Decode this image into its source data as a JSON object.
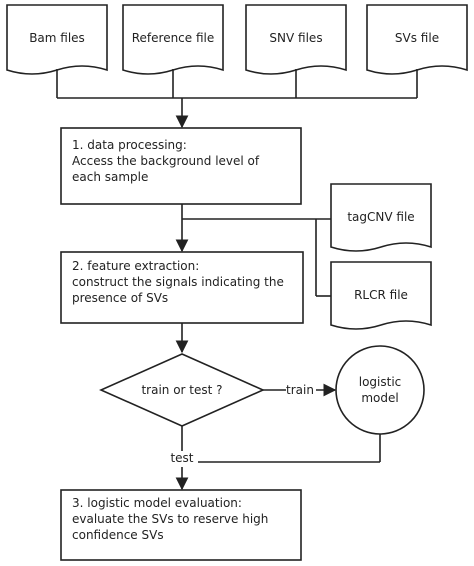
{
  "inputs": {
    "bam": "Bam files",
    "reference": "Reference file",
    "snv": "SNV files",
    "svs": "SVs file"
  },
  "step1": {
    "line1": "1. data processing:",
    "line2": "Access the background level of",
    "line3": "each sample"
  },
  "side_files": {
    "tagcnv": "tagCNV file",
    "rlcr": "RLCR file"
  },
  "step2": {
    "line1": "2. feature extraction:",
    "line2": "construct the signals indicating the",
    "line3": "presence of SVs"
  },
  "decision": {
    "label": "train or test ?",
    "train_edge": "train",
    "test_edge": "test"
  },
  "model": {
    "line1": "logistic",
    "line2": "model"
  },
  "step3": {
    "line1": "3. logistic model evaluation:",
    "line2": "evaluate the SVs to reserve high",
    "line3": "confidence SVs"
  }
}
